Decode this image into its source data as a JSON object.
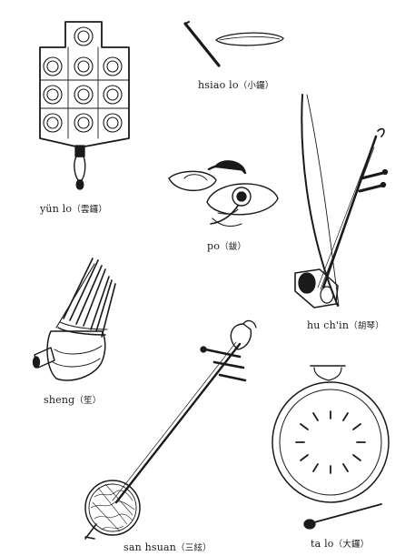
{
  "instruments": [
    {
      "id": "yun-lo",
      "romanized": "yün lo",
      "chinese": "（雲鑼）"
    },
    {
      "id": "hsiao-lo",
      "romanized": "hsiao lo",
      "chinese": "（小鑼）"
    },
    {
      "id": "po",
      "romanized": "po",
      "chinese": "（鈸）"
    },
    {
      "id": "hu-chin",
      "romanized": "hu ch'in",
      "chinese": "（胡琴）"
    },
    {
      "id": "sheng",
      "romanized": "sheng",
      "chinese": "（笙）"
    },
    {
      "id": "san-hsuan",
      "romanized": "san hsuan",
      "chinese": "（三絃）"
    },
    {
      "id": "ta-lo",
      "romanized": "ta lo",
      "chinese": "（大鑼）"
    }
  ]
}
